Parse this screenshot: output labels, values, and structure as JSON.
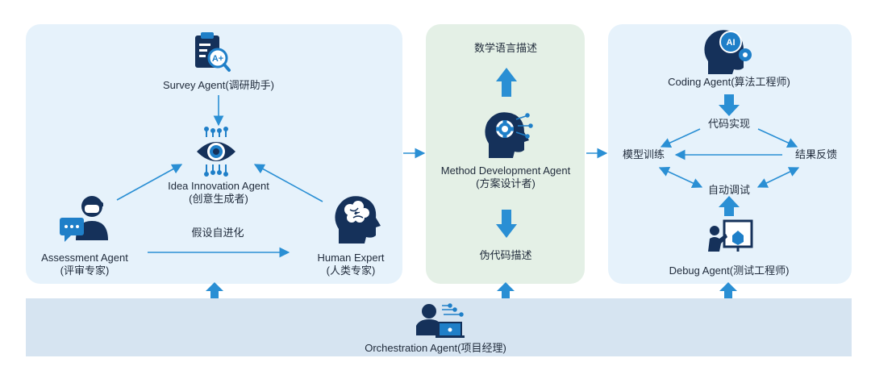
{
  "left_panel": {
    "survey": {
      "name": "Survey Agent",
      "role": "(调研助手)"
    },
    "idea": {
      "name": "Idea Innovation Agent",
      "role": "(创意生成者)"
    },
    "assessment": {
      "name": "Assessment Agent",
      "role": "(评审专家)"
    },
    "human": {
      "name": "Human Expert",
      "role": "(人类专家)"
    },
    "loop_label": "假设自进化"
  },
  "middle_panel": {
    "top_label": "数学语言描述",
    "agent": {
      "name": "Method Development Agent",
      "role": "(方案设计者)"
    },
    "bottom_label": "伪代码描述"
  },
  "right_panel": {
    "coding": {
      "name": "Coding Agent",
      "role": "(算法工程师)"
    },
    "implement": "代码实现",
    "train": "模型训练",
    "feedback": "结果反馈",
    "auto_debug": "自动调试",
    "debug": {
      "name": "Debug Agent",
      "role": "(测试工程师)"
    }
  },
  "bottom": {
    "orchestration": {
      "name": "Orchestration Agent",
      "role": "(项目经理)"
    }
  },
  "colors": {
    "arrow": "#2a8fd4",
    "icon_dark": "#15315a",
    "icon_blue": "#1f7fc8",
    "panel_blue": "#e6f2fb",
    "panel_green": "#e4f0e6",
    "band": "#d6e4f1"
  },
  "icons": [
    "clipboard-search-icon",
    "eye-circuit-icon",
    "assessor-chat-icon",
    "brain-head-icon",
    "gear-head-icon",
    "ai-gear-head-icon",
    "presenter-board-icon",
    "manager-laptop-icon"
  ]
}
